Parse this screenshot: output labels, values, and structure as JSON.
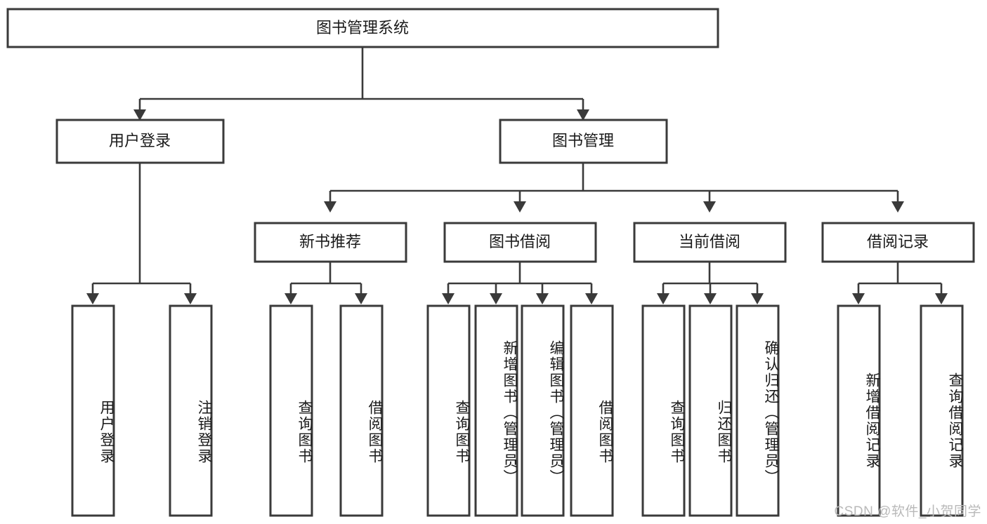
{
  "diagram": {
    "title": "图书管理系统",
    "type": "tree-hierarchy",
    "orientation": "top-down",
    "root": {
      "id": "root",
      "label": "图书管理系统"
    },
    "level2": [
      {
        "id": "user-login",
        "label": "用户登录"
      },
      {
        "id": "book-manage",
        "label": "图书管理"
      }
    ],
    "level3": [
      {
        "id": "new-book-rec",
        "label": "新书推荐",
        "parent": "book-manage"
      },
      {
        "id": "book-borrow",
        "label": "图书借阅",
        "parent": "book-manage"
      },
      {
        "id": "current-borrow",
        "label": "当前借阅",
        "parent": "book-manage"
      },
      {
        "id": "borrow-record",
        "label": "借阅记录",
        "parent": "book-manage"
      }
    ],
    "leaves": [
      {
        "id": "leaf-user-login",
        "label": "用户登录",
        "parent": "user-login"
      },
      {
        "id": "leaf-logout-login",
        "label": "注销登录",
        "parent": "user-login"
      },
      {
        "id": "leaf-query-book-1",
        "label": "查询图书",
        "parent": "new-book-rec"
      },
      {
        "id": "leaf-borrow-book-1",
        "label": "借阅图书",
        "parent": "new-book-rec"
      },
      {
        "id": "leaf-query-book-2",
        "label": "查询图书",
        "parent": "book-borrow"
      },
      {
        "id": "leaf-add-book",
        "label": "新增图书（管理员）",
        "parent": "book-borrow"
      },
      {
        "id": "leaf-edit-book",
        "label": "编辑图书（管理员）",
        "parent": "book-borrow"
      },
      {
        "id": "leaf-borrow-book-2",
        "label": "借阅图书",
        "parent": "book-borrow"
      },
      {
        "id": "leaf-query-book-3",
        "label": "查询图书",
        "parent": "current-borrow"
      },
      {
        "id": "leaf-return-book",
        "label": "归还图书",
        "parent": "current-borrow"
      },
      {
        "id": "leaf-confirm-return",
        "label": "确认归还（管理员）",
        "parent": "current-borrow"
      },
      {
        "id": "leaf-add-record",
        "label": "新增借阅记录",
        "parent": "borrow-record"
      },
      {
        "id": "leaf-query-record",
        "label": "查询借阅记录",
        "parent": "borrow-record"
      }
    ],
    "colors": {
      "node_border": "#3a3a3a",
      "node_fill": "#ffffff",
      "edge": "#3a3a3a",
      "text": "#1a1a1a",
      "watermark": "#b9b9b9",
      "background": "#ffffff"
    }
  },
  "watermark": {
    "text": "CSDN @软件_小贺同学"
  }
}
